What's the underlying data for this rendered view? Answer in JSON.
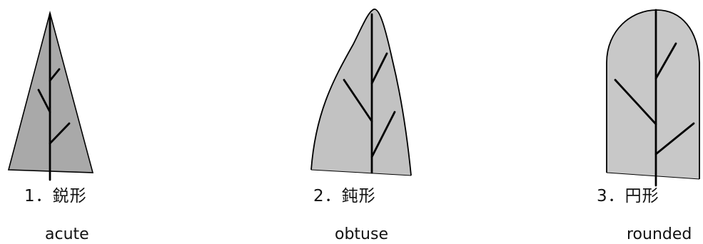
{
  "panels": [
    {
      "jp_label": "1．鋭形",
      "en_label": "acute",
      "shape_name": "acute-leaf-shape",
      "fill_color": "#a9a9a9"
    },
    {
      "jp_label": "2．鈍形",
      "en_label": "obtuse",
      "shape_name": "obtuse-leaf-shape",
      "fill_color": "#c2c2c2"
    },
    {
      "jp_label": "3．円形",
      "en_label": "rounded",
      "shape_name": "rounded-leaf-shape",
      "fill_color": "#c8c8c8"
    }
  ]
}
